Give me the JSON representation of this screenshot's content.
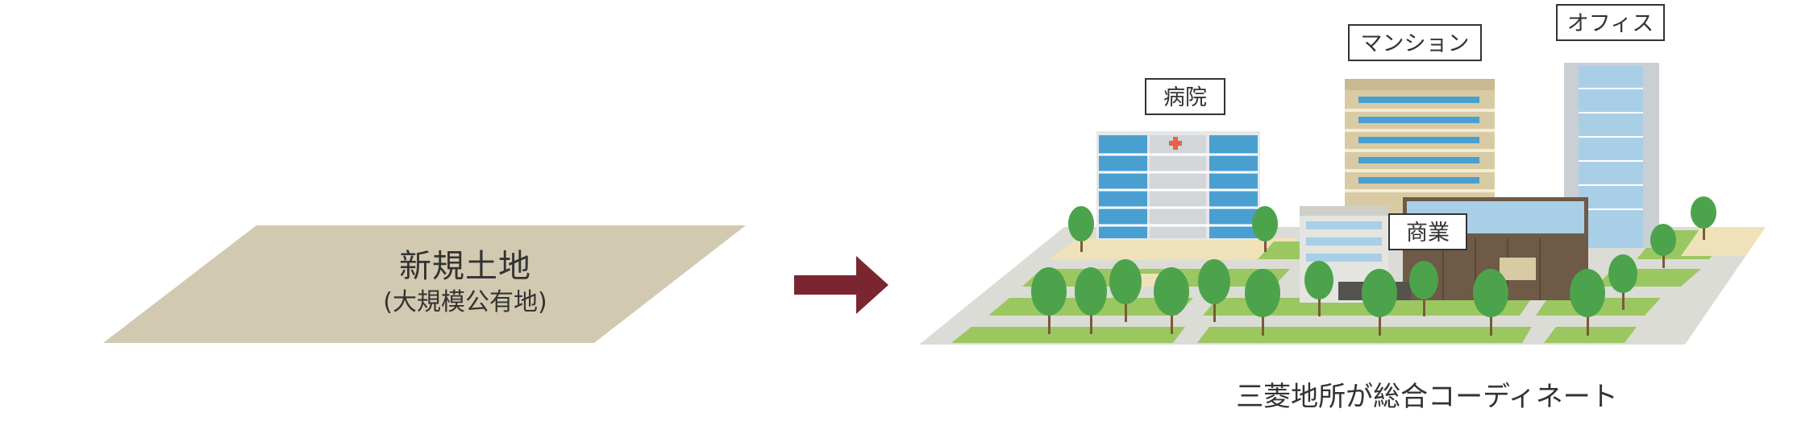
{
  "land": {
    "title": "新規土地",
    "subtitle": "(大規模公有地)"
  },
  "labels": {
    "hospital": "病院",
    "mansion": "マンション",
    "office": "オフィス",
    "commerce": "商業"
  },
  "caption": "三菱地所が総合コーディネート",
  "colors": {
    "land": "#d2c9b1",
    "arrow": "#7a2630",
    "grass": "#9bc761",
    "path": "#dcdcd6",
    "plaza": "#f0e2b8",
    "glass": "#4a9fd1",
    "mansion": "#d8cba4",
    "office": "#a9cfe6",
    "commerce_wood": "#6e5a46",
    "tree": "#4ca34b"
  },
  "icons": [
    "arrow-right-icon",
    "hospital-cross-icon"
  ]
}
